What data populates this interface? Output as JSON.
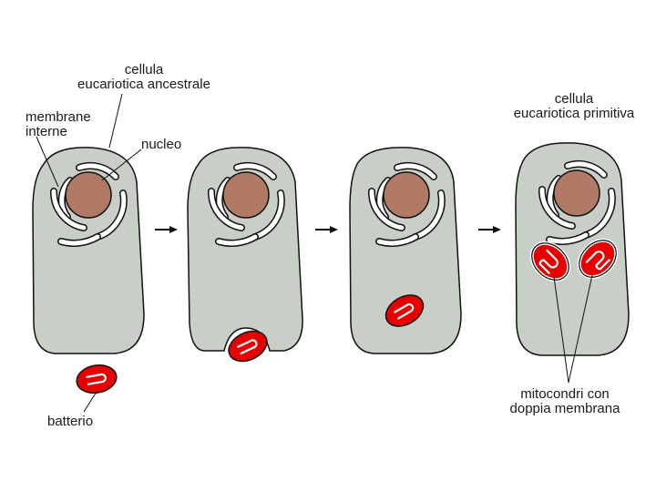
{
  "labels": {
    "ancestral_line1": "cellula",
    "ancestral_line2": "eucariotica ancestrale",
    "membranes_line1": "membrane",
    "membranes_line2": "interne",
    "nucleus": "nucleo",
    "primitive_line1": "cellula",
    "primitive_line2": "eucariotica primitiva",
    "bacterium": "batterio",
    "mito_line1": "mitocondri con",
    "mito_line2": "doppia membrana"
  },
  "colors": {
    "cytoplasm": "#c8cfc6",
    "nucleus": "#b07a66",
    "bacterium": "#e60000",
    "outline": "#111111",
    "membrane": "#ffffff"
  }
}
